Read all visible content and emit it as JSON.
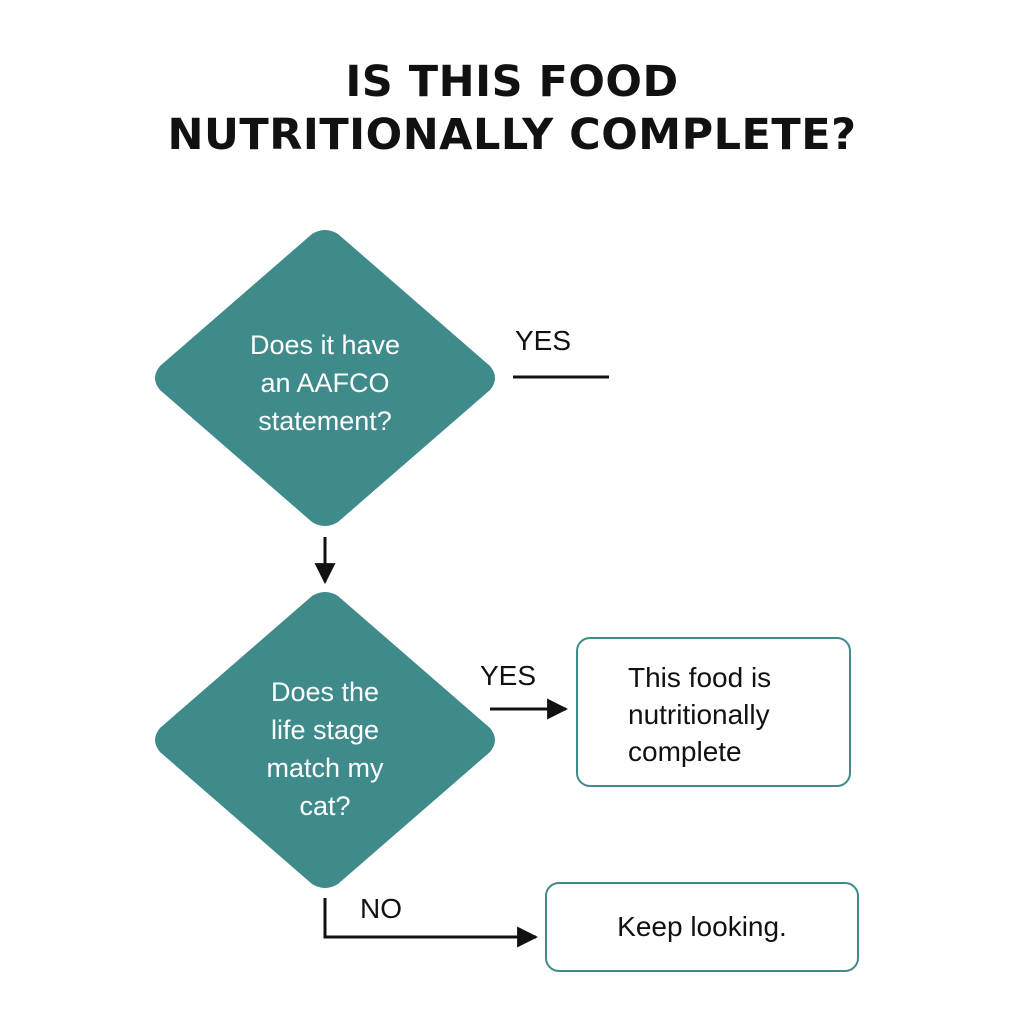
{
  "title": {
    "line1": "IS THIS FOOD",
    "line2": "NUTRITIONALLY COMPLETE?"
  },
  "decision1": {
    "lines": [
      "Does it have",
      "an AAFCO",
      "statement?"
    ],
    "yes_label": "YES"
  },
  "decision2": {
    "lines": [
      "Does the",
      "life stage",
      "match my",
      "cat?"
    ],
    "yes_label": "YES",
    "no_label": "NO"
  },
  "result_complete": {
    "lines": [
      "This food is",
      "nutritionally",
      "complete"
    ]
  },
  "result_keep_looking": {
    "text": "Keep looking."
  },
  "colors": {
    "diamond_fill": "#3f8a8a",
    "box_border": "#3f8a8a",
    "line": "#111111"
  }
}
